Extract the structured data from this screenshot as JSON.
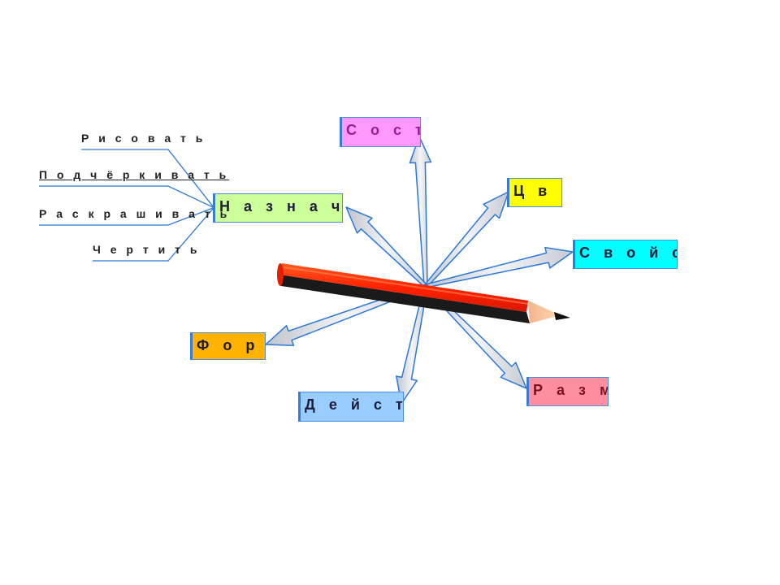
{
  "diagram": {
    "center": "Назначение",
    "nodes": {
      "sostav": "С о с т а в",
      "tsvet": "Ц в е т",
      "svoistva": "С в о й с т в а",
      "naznachenie": "Н а з н а ч е н и е",
      "forma": "Ф о р м а",
      "deistvie": "Д е й с т в и е",
      "razmer": "Р а з м е р"
    },
    "purpose_items": [
      "Р и с о в а т ь",
      "П о д ч ё р к и в а т ь",
      "Р а с к р а ш и в а т ь",
      "Ч е р т и т ь"
    ],
    "colors": {
      "sostav": "#ff99ff",
      "tsvet": "#ffff00",
      "svoistva": "#00ffff",
      "naznachenie": "#ccff99",
      "forma": "#ffb300",
      "deistvie": "#99ccff",
      "razmer": "#ff8f9f",
      "arrow_stroke": "#2a78d8",
      "pencil_body": "#ff2a00"
    },
    "icons": {
      "pencil": "pencil-icon"
    }
  }
}
